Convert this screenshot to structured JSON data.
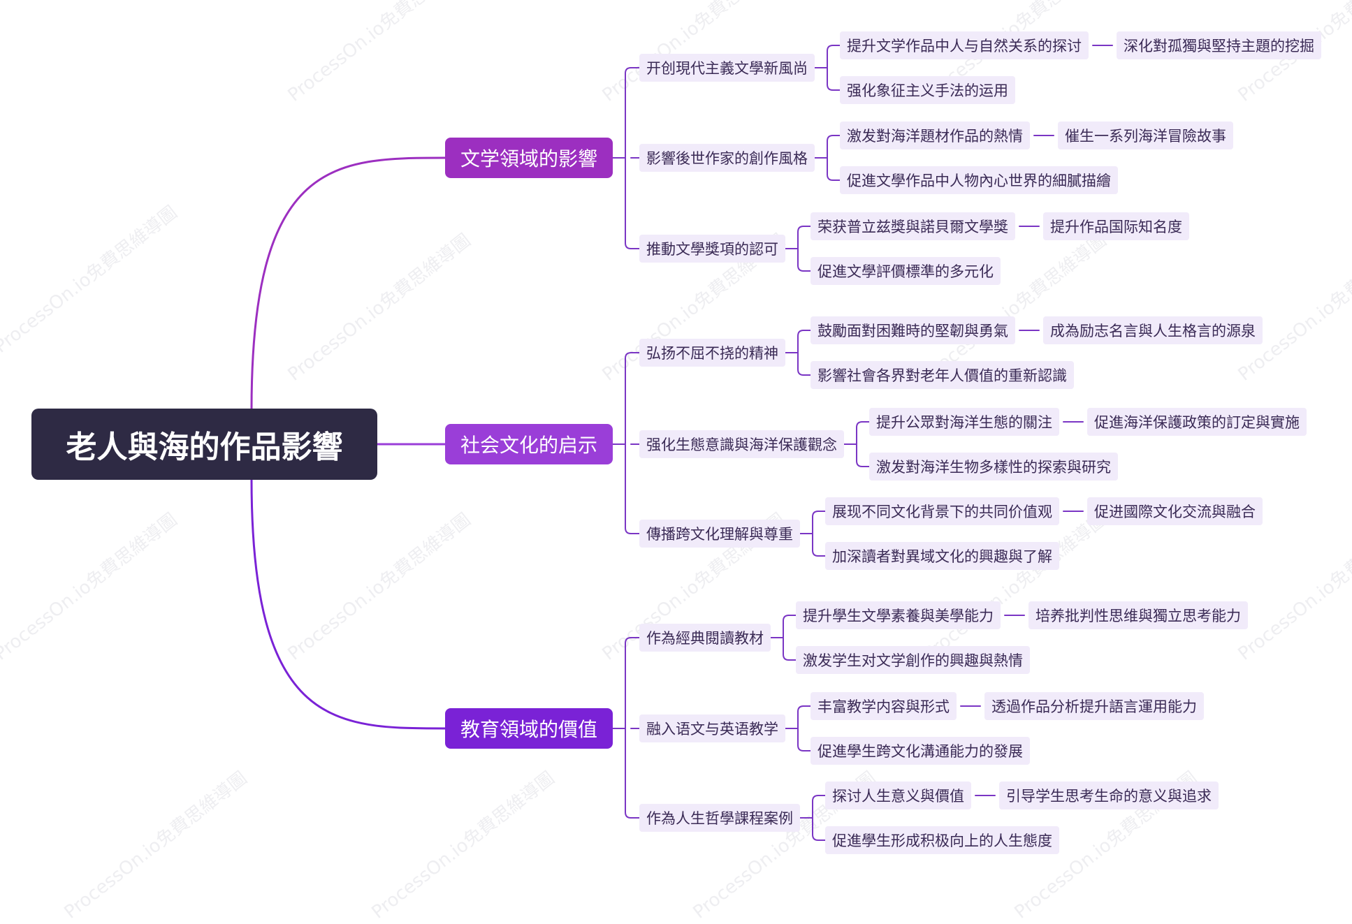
{
  "root": "老人與海的作品影響",
  "colors": {
    "root_bg": "#2e2a44",
    "branch_1": "#9c2fc0",
    "branch_2": "#9a3ed8",
    "branch_3": "#7a22d6",
    "node_bg": "#f1ebfa",
    "node_text": "#3a2a55"
  },
  "branches": [
    {
      "label": "文学領域的影響",
      "children": [
        {
          "label": "开创現代主義文學新風尚",
          "children": [
            {
              "label": "提升文学作品中人与自然关系的探讨",
              "next": "深化對孤獨與堅持主題的挖掘"
            },
            {
              "label": "强化象征主义手法的运用"
            }
          ]
        },
        {
          "label": "影響後世作家的創作風格",
          "children": [
            {
              "label": "激发對海洋題材作品的熱情",
              "next": "催生一系列海洋冒險故事"
            },
            {
              "label": "促進文學作品中人物內心世界的細膩描繪"
            }
          ]
        },
        {
          "label": "推動文學獎項的認可",
          "children": [
            {
              "label": "荣获普立兹獎與諾貝爾文學獎",
              "next": "提升作品国际知名度"
            },
            {
              "label": "促進文學評價標準的多元化"
            }
          ]
        }
      ]
    },
    {
      "label": "社会文化的启示",
      "children": [
        {
          "label": "弘扬不屈不挠的精神",
          "children": [
            {
              "label": "鼓勵面對困難時的堅韌與勇氣",
              "next": "成為励志名言與人生格言的源泉"
            },
            {
              "label": "影響社會各界對老年人價值的重新認識"
            }
          ]
        },
        {
          "label": "强化生態意識與海洋保護觀念",
          "children": [
            {
              "label": "提升公眾對海洋生態的關注",
              "next": "促進海洋保護政策的訂定與實施"
            },
            {
              "label": "激发對海洋生物多樣性的探索與研究"
            }
          ]
        },
        {
          "label": "傳播跨文化理解與尊重",
          "children": [
            {
              "label": "展现不同文化背景下的共同价值观",
              "next": "促进國際文化交流與融合"
            },
            {
              "label": "加深讀者對異域文化的興趣與了解"
            }
          ]
        }
      ]
    },
    {
      "label": "教育領域的價值",
      "children": [
        {
          "label": "作為經典閱讀教材",
          "children": [
            {
              "label": "提升學生文學素養與美學能力",
              "next": "培养批判性思维與獨立思考能力"
            },
            {
              "label": "激发学生对文学創作的興趣與熱情"
            }
          ]
        },
        {
          "label": "融入语文与英语教学",
          "children": [
            {
              "label": "丰富教学内容與形式",
              "next": "透過作品分析提升語言運用能力"
            },
            {
              "label": "促進學生跨文化溝通能力的發展"
            }
          ]
        },
        {
          "label": "作為人生哲學課程案例",
          "children": [
            {
              "label": "探讨人生意义與價值",
              "next": "引导学生思考生命的意义與追求"
            },
            {
              "label": "促進學生形成积极向上的人生態度"
            }
          ]
        }
      ]
    }
  ],
  "watermark": "ProcessOn.io免費思維導圖"
}
